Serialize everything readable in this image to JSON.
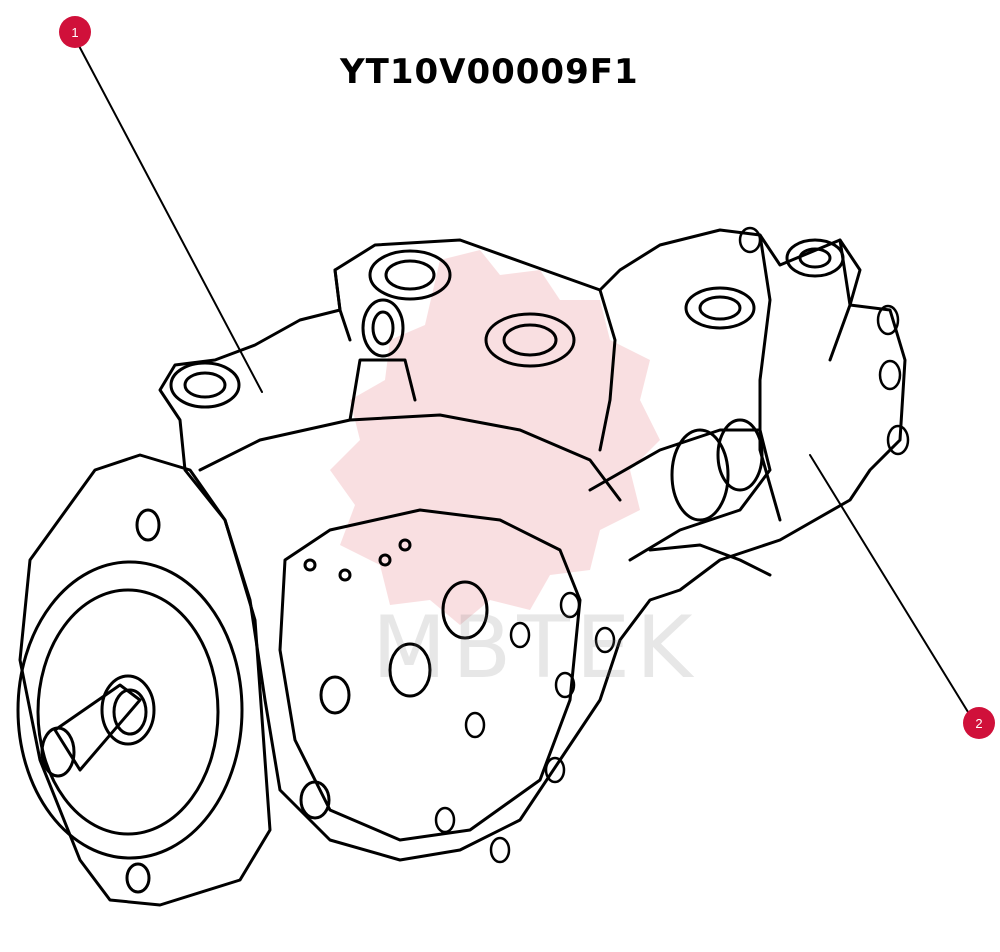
{
  "diagram": {
    "part_number": "YT10V00009F1",
    "watermark_text": "MBTEK"
  },
  "callouts": [
    {
      "label": "1"
    },
    {
      "label": "2"
    }
  ],
  "colors": {
    "callout": "#d0103a",
    "line": "#000000",
    "watermark_gear": "#f2b8bd"
  }
}
